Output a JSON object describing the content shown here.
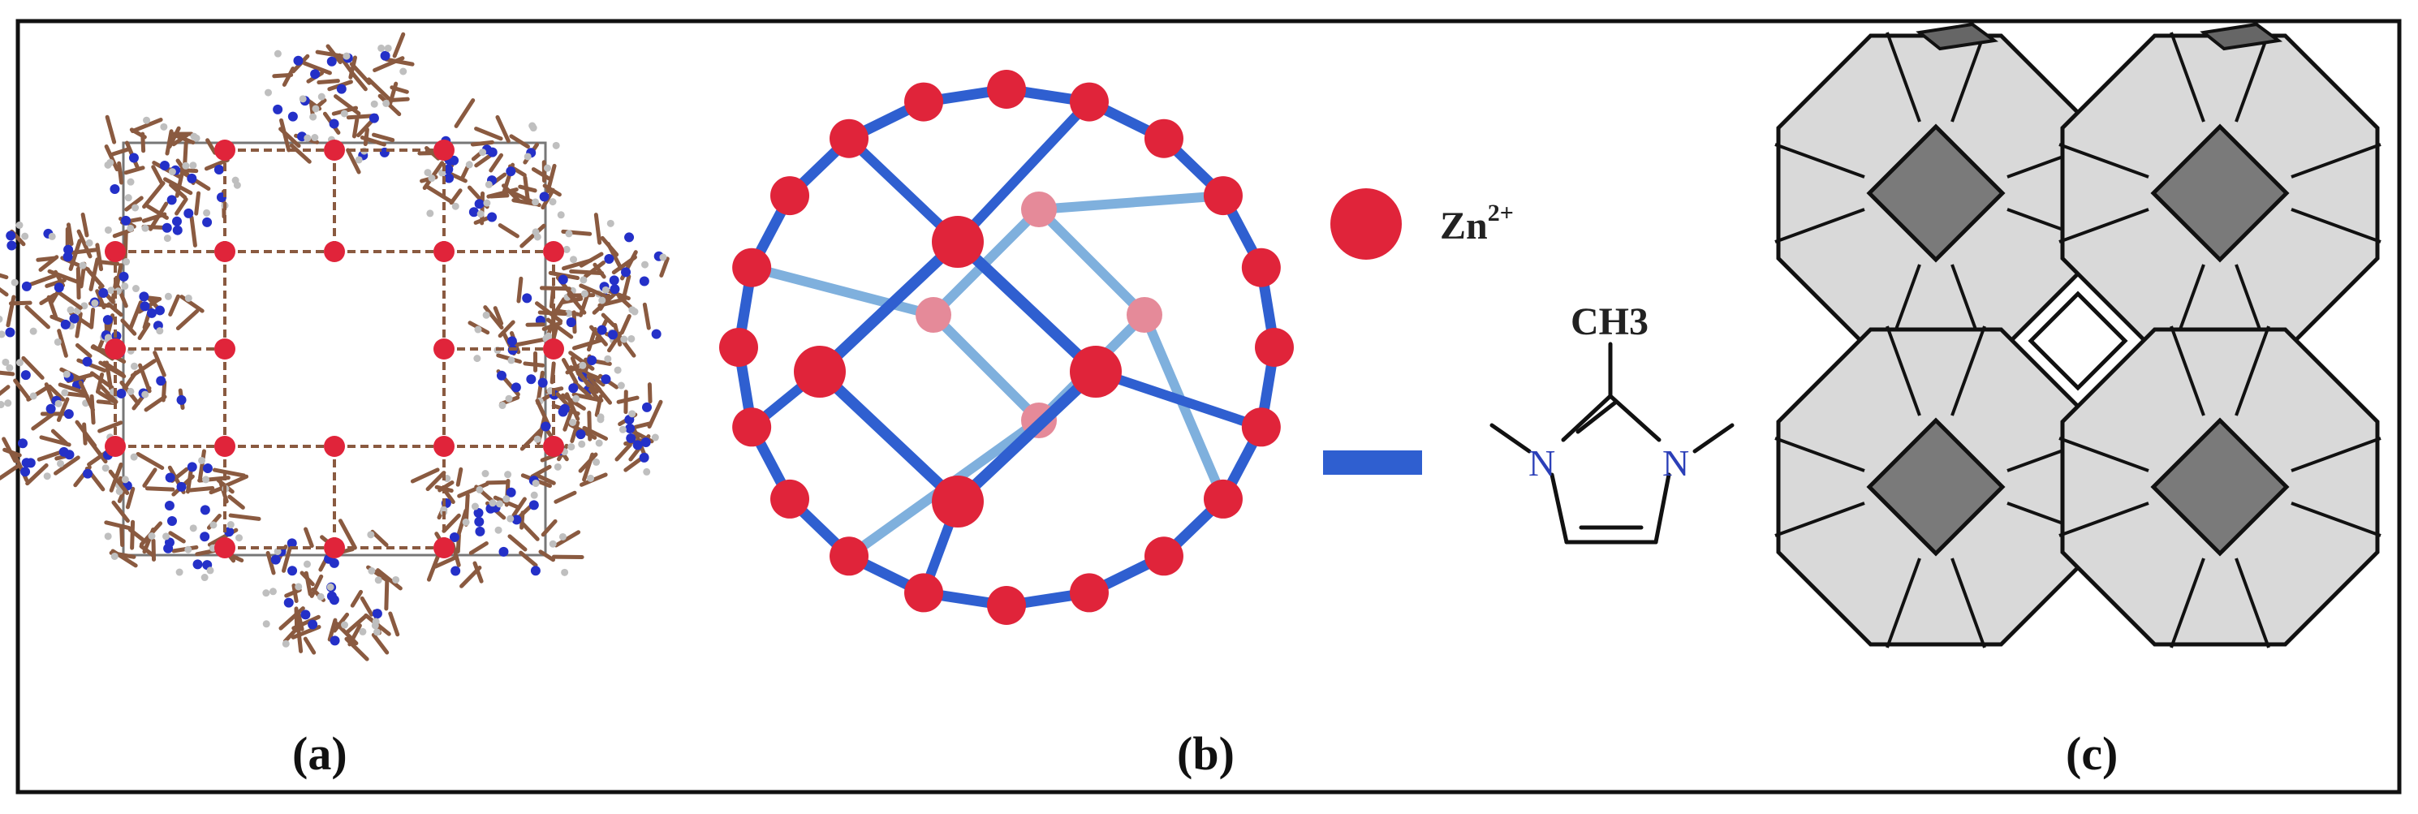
{
  "figure": {
    "panels": [
      {
        "id": "a",
        "label": "(a)"
      },
      {
        "id": "b",
        "label": "(b)"
      },
      {
        "id": "c",
        "label": "(c)"
      }
    ],
    "legend": {
      "zn_label": "Zn",
      "zn_charge": "2+",
      "methyl_label": "CH3",
      "nitrogen_left": "N",
      "nitrogen_right": "N"
    },
    "colors": {
      "zinc": "#e0243a",
      "linker": "#2f5fd0",
      "linker_light": "#7fb0dd",
      "carbon": "#8a5a40",
      "nitrogen": "#2430c8",
      "hydrogen": "#bfbfbf",
      "cage_light": "#d9d9d9",
      "cage_dark": "#7a7a7a"
    }
  }
}
